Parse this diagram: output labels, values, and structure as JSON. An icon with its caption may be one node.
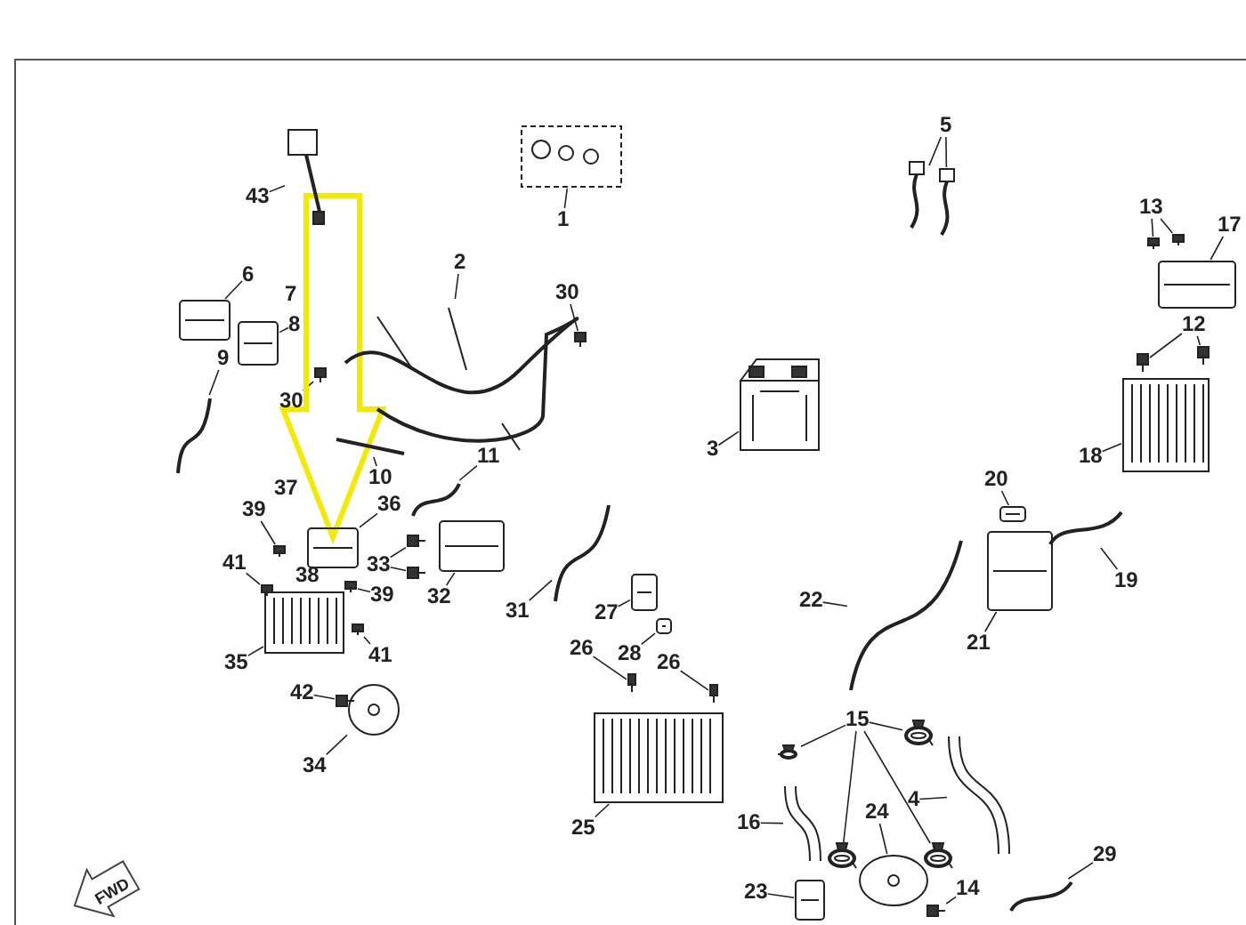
{
  "diagram": {
    "nodes": [
      {
        "text": [
          "43"
        ]
      },
      {
        "text": [],
        "shape": "picture"
      },
      {
        "text": [
          "1"
        ]
      },
      {
        "text": [],
        "shape": "picture"
      },
      {
        "text": [
          "5"
        ]
      },
      {
        "text": [],
        "shape": "picture"
      },
      {
        "text": [],
        "shape": "picture"
      },
      {
        "text": [
          "6"
        ]
      },
      {
        "text": [],
        "shape": "picture"
      },
      {
        "text": [
          "8"
        ]
      },
      {
        "text": [],
        "shape": "picture"
      },
      {
        "text": [
          "2"
        ]
      },
      {
        "text": [],
        "shape": "picture"
      },
      {
        "text": [
          "30"
        ]
      },
      {
        "text": [],
        "shape": "picture"
      },
      {
        "text": [
          "13"
        ]
      },
      {
        "text": [],
        "shape": "picture"
      },
      {
        "text": [],
        "shape": "picture"
      },
      {
        "text": [
          "17"
        ]
      },
      {
        "text": [],
        "shape": "picture"
      },
      {
        "text": [
          "9"
        ]
      },
      {
        "text": [],
        "shape": "picture"
      },
      {
        "text": [
          "30"
        ]
      },
      {
        "text": [],
        "shape": "picture"
      },
      {
        "text": [
          "12"
        ]
      },
      {
        "text": [],
        "shape": "picture"
      },
      {
        "text": [],
        "shape": "picture"
      },
      {
        "text": [
          "11"
        ]
      },
      {
        "text": [],
        "shape": "picture"
      },
      {
        "text": [
          "10"
        ]
      },
      {
        "text": [],
        "shape": "picture"
      },
      {
        "text": [
          "3"
        ]
      },
      {
        "text": [],
        "shape": "picture"
      },
      {
        "text": [
          "18"
        ]
      },
      {
        "text": [],
        "shape": "picture"
      },
      {
        "text": [
          "39"
        ]
      },
      {
        "text": [],
        "shape": "picture"
      },
      {
        "text": [
          "36"
        ]
      },
      {
        "text": [],
        "shape": "picture"
      },
      {
        "text": [
          "33"
        ]
      },
      {
        "text": [],
        "shape": "picture"
      },
      {
        "text": [],
        "shape": "picture"
      },
      {
        "text": [
          "41"
        ]
      },
      {
        "text": [],
        "shape": "picture"
      },
      {
        "text": [
          "39"
        ]
      },
      {
        "text": [],
        "shape": "picture"
      },
      {
        "text": [
          "32"
        ]
      },
      {
        "text": [],
        "shape": "picture"
      },
      {
        "text": [
          "31"
        ]
      },
      {
        "text": [],
        "shape": "picture"
      },
      {
        "text": [
          "20"
        ]
      },
      {
        "text": [],
        "shape": "picture"
      },
      {
        "text": [
          "19"
        ]
      },
      {
        "text": [],
        "shape": "picture"
      },
      {
        "text": [
          "22"
        ]
      },
      {
        "text": [],
        "shape": "picture"
      },
      {
        "text": [
          "27"
        ]
      },
      {
        "text": [],
        "shape": "picture"
      },
      {
        "text": [
          "21"
        ]
      },
      {
        "text": [],
        "shape": "picture"
      },
      {
        "text": [
          "35"
        ]
      },
      {
        "text": [],
        "shape": "picture"
      },
      {
        "text": [
          "41"
        ]
      },
      {
        "text": [],
        "shape": "picture"
      },
      {
        "text": [
          "28"
        ]
      },
      {
        "text": [],
        "shape": "picture"
      },
      {
        "text": [
          "26"
        ]
      },
      {
        "text": [],
        "shape": "picture"
      },
      {
        "text": [
          "26"
        ]
      },
      {
        "text": [],
        "shape": "picture"
      },
      {
        "text": [
          "42"
        ]
      },
      {
        "text": [],
        "shape": "picture"
      },
      {
        "text": [
          "15"
        ]
      },
      {
        "text": [],
        "shape": "picture"
      },
      {
        "text": [],
        "shape": "picture"
      },
      {
        "text": [],
        "shape": "picture"
      },
      {
        "text": [],
        "shape": "picture"
      },
      {
        "text": [
          "34"
        ]
      },
      {
        "text": [],
        "shape": "picture"
      },
      {
        "text": [
          "4"
        ]
      },
      {
        "text": [],
        "shape": "picture"
      },
      {
        "text": [
          "25"
        ]
      },
      {
        "text": [],
        "shape": "picture"
      },
      {
        "text": [
          "16"
        ]
      },
      {
        "text": [],
        "shape": "picture"
      },
      {
        "text": [
          "24"
        ]
      },
      {
        "text": [],
        "shape": "picture"
      },
      {
        "text": [
          "29"
        ]
      },
      {
        "text": [],
        "shape": "picture"
      },
      {
        "text": [
          "23"
        ]
      },
      {
        "text": [],
        "shape": "picture"
      },
      {
        "text": [
          "14"
        ]
      },
      {
        "text": [],
        "shape": "picture"
      }
    ],
    "edges": [
      {
        "from": 0,
        "to": 1,
        "arrow": "none"
      },
      {
        "from": 2,
        "to": 3,
        "arrow": "none"
      },
      {
        "from": 4,
        "to": 5,
        "arrow": "none"
      },
      {
        "from": 4,
        "to": 6,
        "arrow": "none"
      },
      {
        "from": 7,
        "to": 8,
        "arrow": "none"
      },
      {
        "from": 9,
        "to": 10,
        "arrow": "none"
      },
      {
        "from": 11,
        "to": 12,
        "arrow": "none"
      },
      {
        "from": 13,
        "to": 14,
        "arrow": "none"
      },
      {
        "from": 15,
        "to": 16,
        "arrow": "none"
      },
      {
        "from": 15,
        "to": 17,
        "arrow": "none"
      },
      {
        "from": 18,
        "to": 19,
        "arrow": "none"
      },
      {
        "from": 20,
        "to": 21,
        "arrow": "none"
      },
      {
        "from": 22,
        "to": 23,
        "arrow": "none"
      },
      {
        "from": 24,
        "to": 25,
        "arrow": "none"
      },
      {
        "from": 24,
        "to": 26,
        "arrow": "none"
      },
      {
        "from": 27,
        "to": 28,
        "arrow": "none"
      },
      {
        "from": 29,
        "to": 30,
        "arrow": "none"
      },
      {
        "from": 31,
        "to": 32,
        "arrow": "none"
      },
      {
        "from": 33,
        "to": 34,
        "arrow": "none"
      },
      {
        "from": 35,
        "to": 36,
        "arrow": "none"
      },
      {
        "from": 37,
        "to": 38,
        "arrow": "none"
      },
      {
        "from": 39,
        "to": 40,
        "arrow": "none"
      },
      {
        "from": 39,
        "to": 41,
        "arrow": "none"
      },
      {
        "from": 42,
        "to": 43,
        "arrow": "none"
      },
      {
        "from": 44,
        "to": 45,
        "arrow": "none"
      },
      {
        "from": 46,
        "to": 47,
        "arrow": "none"
      },
      {
        "from": 48,
        "to": 49,
        "arrow": "none"
      },
      {
        "from": 50,
        "to": 51,
        "arrow": "none"
      },
      {
        "from": 52,
        "to": 53,
        "arrow": "none"
      },
      {
        "from": 54,
        "to": 55,
        "arrow": "none"
      },
      {
        "from": 56,
        "to": 57,
        "arrow": "none"
      },
      {
        "from": 58,
        "to": 59,
        "arrow": "none"
      },
      {
        "from": 60,
        "to": 61,
        "arrow": "none"
      },
      {
        "from": 62,
        "to": 63,
        "arrow": "none"
      },
      {
        "from": 64,
        "to": 65,
        "arrow": "none"
      },
      {
        "from": 66,
        "to": 67,
        "arrow": "none"
      },
      {
        "from": 68,
        "to": 69,
        "arrow": "none"
      },
      {
        "from": 70,
        "to": 71,
        "arrow": "none"
      },
      {
        "from": 72,
        "to": 73,
        "arrow": "none"
      },
      {
        "from": 72,
        "to": 74,
        "arrow": "none"
      },
      {
        "from": 72,
        "to": 75,
        "arrow": "none"
      },
      {
        "from": 72,
        "to": 76,
        "arrow": "none"
      },
      {
        "from": 77,
        "to": 78,
        "arrow": "none"
      },
      {
        "from": 79,
        "to": 80,
        "arrow": "none"
      },
      {
        "from": 81,
        "to": 82,
        "arrow": "none"
      },
      {
        "from": 83,
        "to": 84,
        "arrow": "none"
      },
      {
        "from": 85,
        "to": 86,
        "arrow": "none"
      },
      {
        "from": 87,
        "to": 88,
        "arrow": "none"
      },
      {
        "from": 89,
        "to": 90,
        "arrow": "none"
      },
      {
        "from": 91,
        "to": 92,
        "arrow": "none"
      },
      {
        "from": null,
        "to": 38,
        "arrow": "to",
        "style": "thick",
        "color": "#f2ea00"
      }
    ],
    "labels": [
      "7",
      "37",
      "38",
      "FWD"
    ]
  }
}
